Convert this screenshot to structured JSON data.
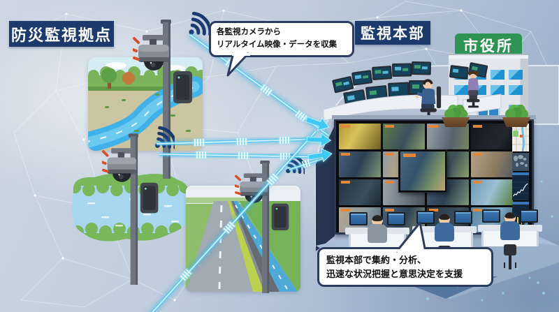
{
  "badges": {
    "site": "防災監視拠点",
    "hq": "監視本部"
  },
  "building": {
    "sign": "市役所"
  },
  "callouts": {
    "collect": {
      "lines": [
        "各監視カメラから",
        "リアルタイム映像・データを収集"
      ]
    },
    "analyze": {
      "lines": [
        "監視本部で集約・分析、",
        "迅速な状況把握と意思決定を支援"
      ]
    }
  },
  "icons": {
    "camera": "cctv-dome-camera",
    "signal": "wifi-signal",
    "alert": "transmission-marks",
    "flow": "data-stream-arrow"
  },
  "colors": {
    "badge_bg": "#1d3a6d",
    "callout_border": "#2c3c5e",
    "beam_cyan": "#57c9f2",
    "arrow_cyan": "#3ecaf5",
    "sign_green": "#2e9455",
    "wall_frame": "#2c3850",
    "feed_tag": "#e0873c"
  },
  "video_wall": {
    "tag_color": "#e0873c",
    "feeds": [
      "v-flood",
      "v-canal-green",
      "v-road-aerial",
      "v-night",
      "v-canal-blue",
      "v-path",
      "v-canal-green",
      "v-construction",
      "v-water-dark",
      "v-road-gray",
      "v-canal-blue",
      "v-canal-bright",
      "v-street",
      "v-canal-blue",
      "v-water-dark",
      "v-water-bright"
    ],
    "big_feed": "v-big",
    "sidebar": {
      "panels": [
        "city-map",
        "world-map",
        "line-chart",
        "bar-chart"
      ],
      "line_points": [
        30,
        27,
        28,
        24,
        25,
        21,
        22,
        17,
        14,
        12
      ],
      "bar_values": [
        9,
        15,
        22,
        12,
        19,
        11,
        17,
        25
      ],
      "bar_colors": [
        "#e3c44d",
        "#4fa3d8"
      ]
    }
  }
}
